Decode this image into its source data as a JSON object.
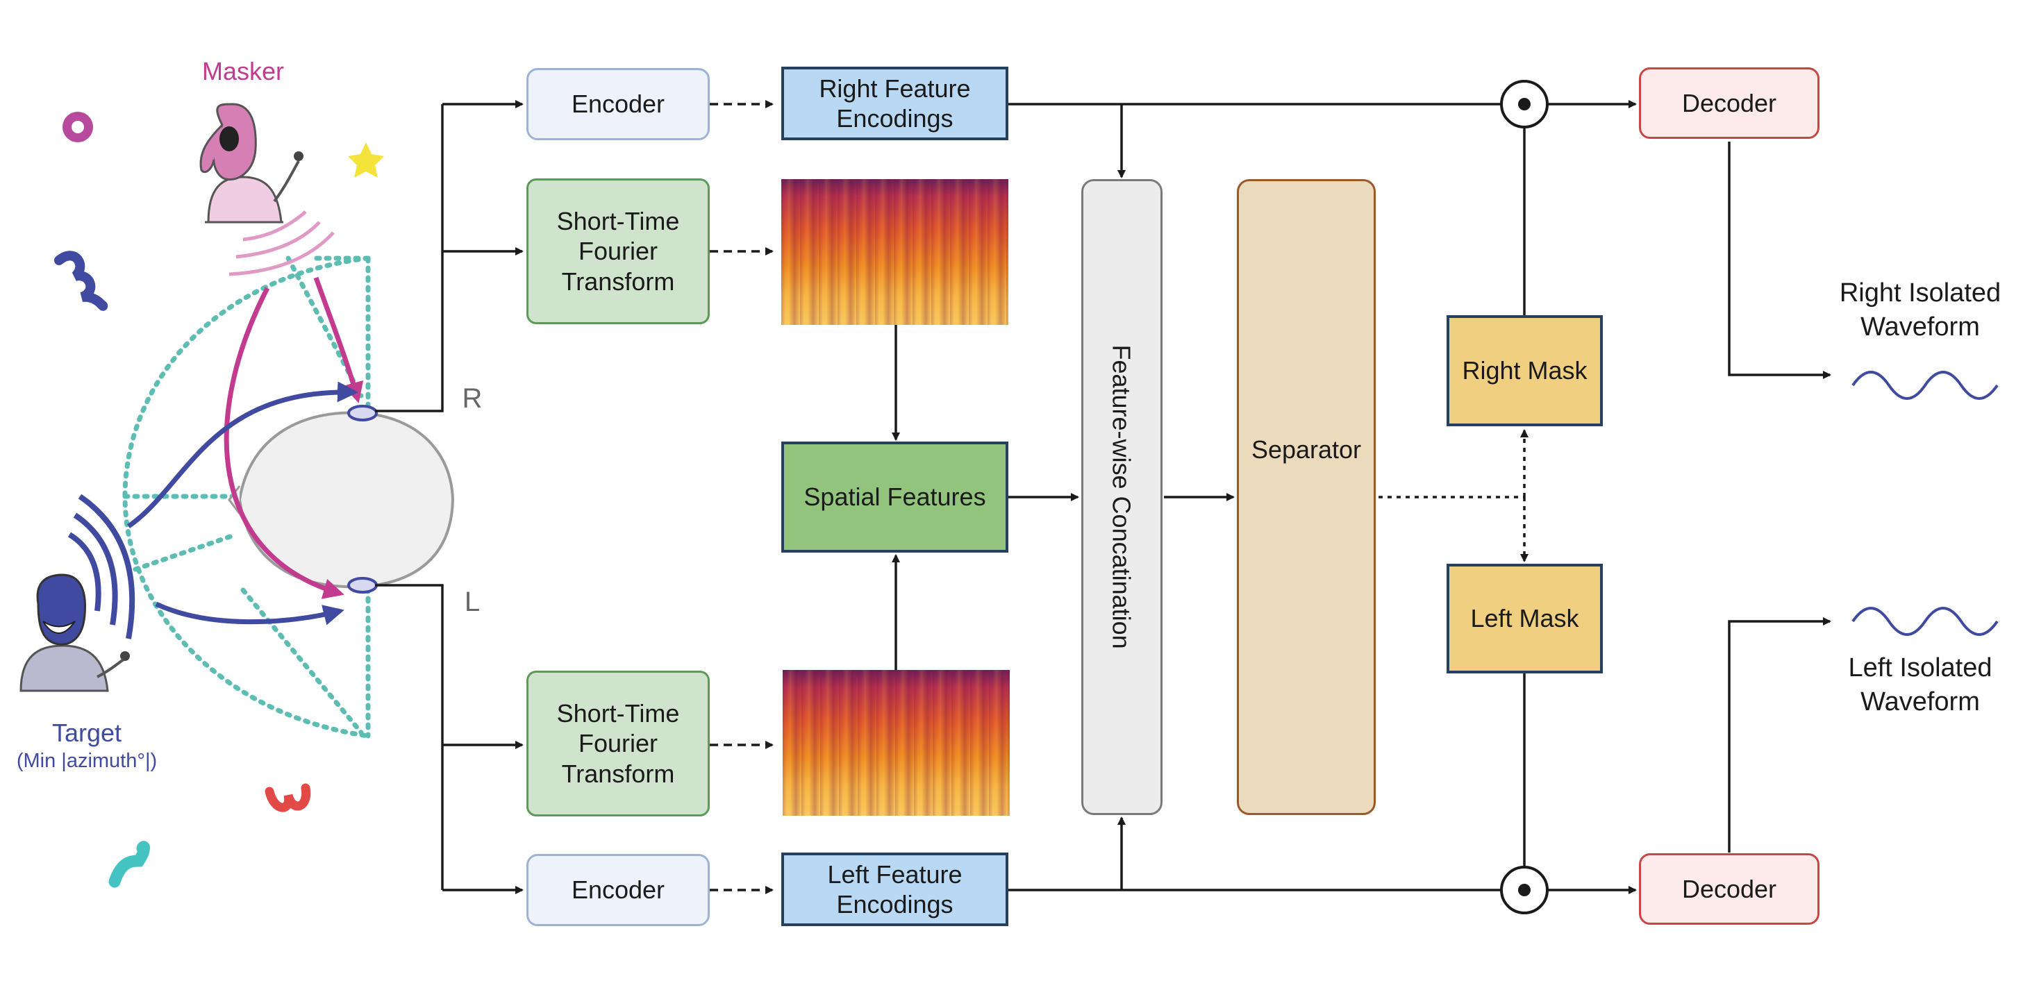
{
  "labels": {
    "masker": "Masker",
    "target": "Target",
    "target_sub": "(Min |azimuth°|)",
    "right_ear": "R",
    "left_ear": "L"
  },
  "boxes": {
    "encoder_top": "Encoder",
    "encoder_bottom": "Encoder",
    "stft_top": "Short-Time\nFourier\nTransform",
    "stft_bottom": "Short-Time\nFourier\nTransform",
    "right_features": "Right Feature\nEncodings",
    "left_features": "Left Feature\nEncodings",
    "spatial_features": "Spatial Features",
    "concatenation": "Feature-wise Concatination",
    "separator": "Separator",
    "right_mask": "Right Mask",
    "left_mask": "Left Mask",
    "decoder_top": "Decoder",
    "decoder_bottom": "Decoder"
  },
  "outputs": {
    "right": "Right Isolated\nWaveform",
    "left": "Left Isolated\nWaveform"
  },
  "colors": {
    "masker": "#c23b8e",
    "target": "#3f4aa0",
    "dotted_field": "#5dbdb3",
    "arrow": "#1a1a1a"
  }
}
